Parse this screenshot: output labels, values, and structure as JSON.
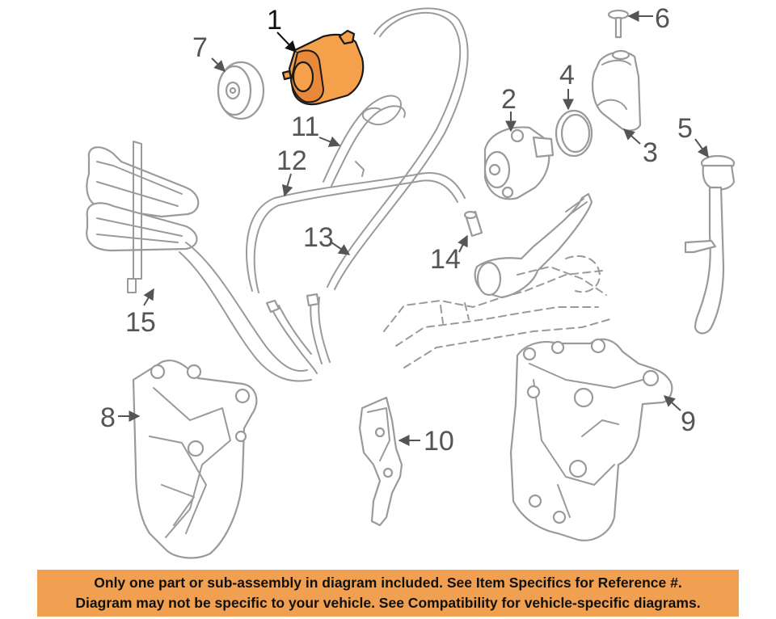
{
  "diagram": {
    "callouts": [
      "1",
      "2",
      "3",
      "4",
      "5",
      "6",
      "7",
      "8",
      "9",
      "10",
      "11",
      "12",
      "13",
      "14",
      "15"
    ],
    "highlighted_callout": "1",
    "colors": {
      "highlight": "#f5a04a",
      "banner": "#f0a050",
      "line": "#9a9a9a",
      "text": "#555555"
    }
  },
  "footer": {
    "line1": "Only one part or sub-assembly in diagram included. See Item Specifics for Reference #.",
    "line2": "Diagram may not be specific to your vehicle. See Compatibility for vehicle-specific diagrams."
  }
}
